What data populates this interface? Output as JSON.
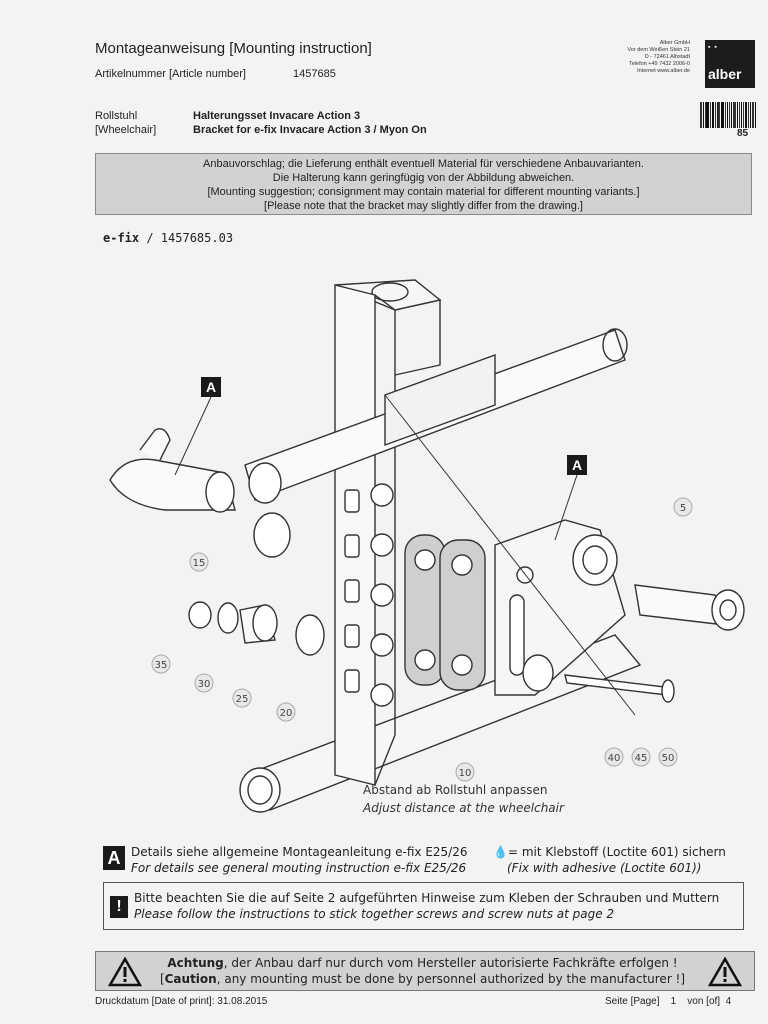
{
  "header": {
    "title": "Montageanweisung [Mounting instruction]",
    "article_label": "Artikelnummer [Article number]",
    "article_number": "1457685",
    "company_lines": [
      "Alber GmbH",
      "Vor dem Weißen Stein 21",
      "D - 72461 Albstadt",
      "Telefon +49 7432 2006-0",
      "Internet www.alber.de"
    ],
    "logo_text": "alber",
    "barcode_number": "85"
  },
  "product": {
    "chair_label_de": "Rollstuhl",
    "chair_label_en": "[Wheelchair]",
    "name_de": "Halterungsset Invacare Action 3",
    "name_en": "Bracket for e-fix Invacare Action 3 / Myon On"
  },
  "notice": [
    "Anbauvorschlag; die Lieferung enthält eventuell Material für verschiedene Anbauvarianten.",
    "Die Halterung kann geringfügig von der Abbildung abweichen.",
    "[Mounting suggestion; consignment may contain material for different mounting variants.]",
    "[Please note that the bracket may slightly differ from the drawing.]"
  ],
  "drawing": {
    "ref_prefix": "e-fix",
    "ref_number": "/ 1457685.03",
    "callout_a": "A",
    "parts": [
      "5",
      "10",
      "15",
      "20",
      "25",
      "30",
      "35",
      "40",
      "45",
      "50"
    ],
    "distance_de": "Abstand ab Rollstuhl anpassen",
    "distance_en": "Adjust distance at the wheelchair"
  },
  "notes": {
    "a_badge": "A",
    "details_de": "Details siehe allgemeine Montageanleitung e-fix E25/26",
    "details_en": "For details see general mouting instruction e-fix E25/26",
    "loctite_de": "= mit Klebstoff (Loctite 601) sichern",
    "loctite_en": "(Fix with adhesive (Loctite 601))",
    "excl_badge": "!",
    "hint_de": "Bitte beachten Sie die auf Seite 2 aufgeführten Hinweise zum Kleben der Schrauben und Muttern",
    "hint_en": "Please follow the instructions to stick together screws and screw nuts at page 2",
    "caution_de_bold": "Achtung",
    "caution_de_rest": ", der Anbau darf nur durch vom Hersteller autorisierte Fachkräfte erfolgen !",
    "caution_en_open": "[",
    "caution_en_bold": "Caution",
    "caution_en_rest": ", any mounting must be done by personnel authorized by the manufacturer !]"
  },
  "footer": {
    "print_date": "Druckdatum [Date of print]: 31.08.2015",
    "page": "Seite [Page]    1    von [of]  4"
  }
}
